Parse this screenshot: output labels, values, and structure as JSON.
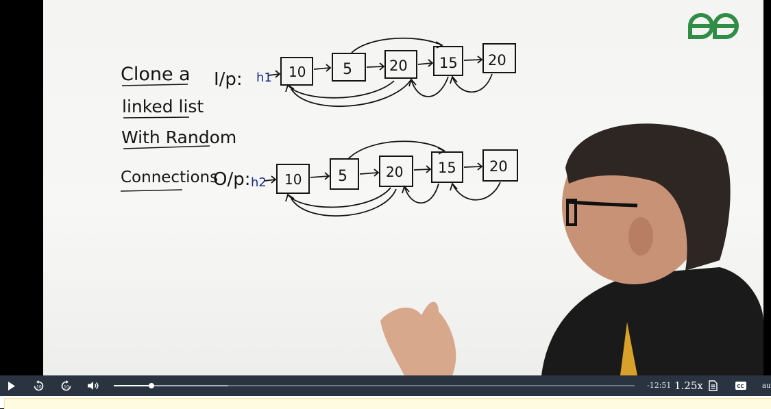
{
  "video": {
    "board": {
      "title_lines": [
        "Clone a",
        "linked list",
        "With Random",
        "Connections"
      ],
      "input": {
        "label": "I/p:",
        "head": "h1",
        "nodes": [
          "10",
          "5",
          "20",
          "15",
          "20"
        ]
      },
      "output": {
        "label": "O/p:",
        "head": "h2",
        "nodes": [
          "10",
          "5",
          "20",
          "15",
          "20"
        ]
      }
    },
    "logo": {
      "name": "geeksforgeeks-logo",
      "color": "#2f8d46"
    }
  },
  "player": {
    "progress_fraction": 0.073,
    "buffered_fraction": 0.22,
    "time_remaining": "-12:51",
    "speed": "1.25x",
    "quality": "auto",
    "icons": {
      "play": "play-icon",
      "rewind": "rewind-10-icon",
      "forward": "forward-10-icon",
      "volume": "volume-icon",
      "transcript": "transcript-icon",
      "captions": "closed-captions-icon"
    },
    "colors": {
      "bar": "#2a3340",
      "accent": "#ffffff"
    }
  }
}
